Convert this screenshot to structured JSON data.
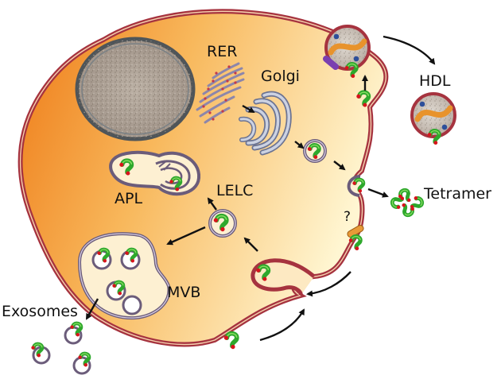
{
  "labels": {
    "rer": "RER",
    "golgi": "Golgi",
    "hdl": "HDL",
    "tetramer": "Tetramer",
    "apl": "APL",
    "lelc": "LELC",
    "mvb": "MVB",
    "exosomes": "Exosomes",
    "unknown": "?"
  },
  "colors": {
    "cell_gradient_start": "#f07f1c",
    "cell_gradient_end": "#fff3c4",
    "membrane": "#a6333f",
    "vesicle": "#6b5c7a",
    "protein_green": "#2ea82c",
    "protein_red": "#d8141c",
    "arrow": "#111111"
  }
}
